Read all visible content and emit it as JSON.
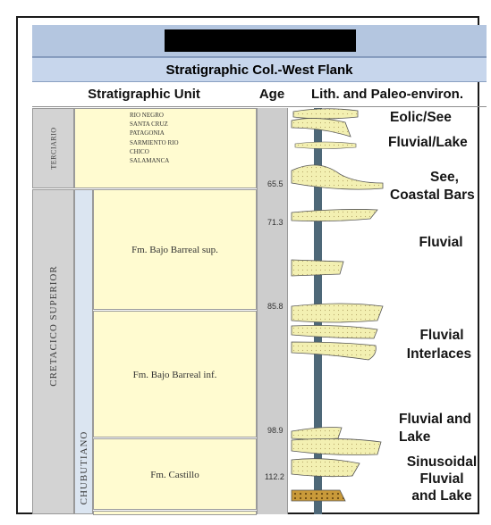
{
  "header": {
    "redacted_title": "",
    "title": "Stratigraphic Col.-West Flank"
  },
  "columns": {
    "unit": "Stratigraphic Unit",
    "age": "Age",
    "lithology": "Lith. and Paleo-environ."
  },
  "periods": {
    "terciario": "TERCIARIO",
    "cretacico": "CRETACICO SUPERIOR",
    "chubutiano": "CHUBUTIANO"
  },
  "terciario_units": [
    "RIO NEGRO",
    "SANTA CRUZ",
    "PATAGONIA",
    "SARMIENTO RIO",
    "CHICO",
    "SALAMANCA"
  ],
  "formations": {
    "sup": "Fm. Bajo Barreal sup.",
    "inf": "Fm. Bajo Barreal inf.",
    "castillo": "Fm. Castillo"
  },
  "ages": {
    "a1": "65.5",
    "a2": "71.3",
    "a3": "85.8",
    "a4": "98.9",
    "a5": "112.2"
  },
  "environments": {
    "e1": "Eolic/See",
    "e2": "Fluvial/Lake",
    "e3a": "See,",
    "e3b": "Coastal Bars",
    "e4": "Fluvial",
    "e5a": "Fluvial",
    "e5b": "Interlaces",
    "e6a": "Fluvial and",
    "e6b": "Lake",
    "e7a": "Sinusoidal",
    "e7b": "Fluvial",
    "e7c": "and Lake"
  },
  "colors": {
    "header_band": "#b4c6e0",
    "title_band": "#c7d6ec",
    "formation_fill": "#fffbd0",
    "period_fill": "#d3d3d3",
    "age_fill": "#cdcdcd",
    "lithology_bg": "#4e6878",
    "sand_body": "#f3f0b2",
    "conglomerate": "#c99a3a"
  }
}
